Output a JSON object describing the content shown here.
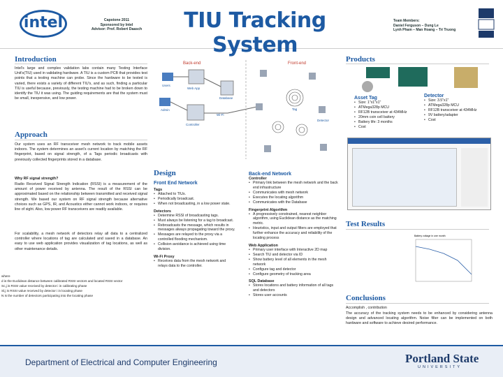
{
  "header": {
    "logo_text": "intel",
    "capstone": "Capstone 2011",
    "sponsor": "Sponsored by Intel",
    "advisor": "Advisor: Prof. Robert Daasch",
    "title": "TIU Tracking System",
    "team_label": "Team Members:",
    "team_line1": "Daniel Ferguson – Dung Le",
    "team_line2": "Lynh Pham – Man Hoang – Tri Truong"
  },
  "intro": {
    "heading": "Introduction",
    "body": "Intel's large and complex validation labs contain many Testing Interface Unit's(TIU) used in validating hardware. A TIU is a custom PCB that provides test points that a testing machine can probe. Since the hardware to be tested is varied, there exists a variety of different TIU's, and as such, finding a particular TIU is useful because, previously, the testing machine had to be broken down to identify the TIU it was using. The guiding requirements are that the system must be small, inexpensive, and low power."
  },
  "approach": {
    "heading": "Approach",
    "p1": "Our system uses an RF transceiver mesh network to track mobile assets indoors. The system determines an asset's current location by matching the RF fingerprint, based on signal strength, of a Tags periodic broadcasts with previously collected fingerprints stored in a database.",
    "why_label": "Why RF signal strength?",
    "p2": "Radio Received Signal Strength Indication (RSSI) is a measurement of the amount of power received by antenna. The result of the RSSI can be approximated based on the relationship between transmitted and received signal strength. We based our system on RF signal strength because alternative choices such as GPS, IR, and Acoustics either cannot work indoors, or requires line of sight. Also, low power RF transceivers are readily available.",
    "p3": "For scalability, a mesh network of detectors relay all data to a centralized controller where locations of tag are calculated and saved in a database. An easy to use web application provides visualization of tag locations, as well as other maintenance details."
  },
  "formula_notes": {
    "where": "where",
    "n1": "d is the Euclidean distance between calibrated RSSI vectors and located RSSI vector",
    "n2": "Sc,j is RSSI value received by detector i in calibrating phase",
    "n3": "Sl,j is RSSI value received by detector i in locating phase",
    "n4": "N is the number of detectors participating into the locating phase"
  },
  "diagram": {
    "backend": "Back-end",
    "frontend": "Front-end",
    "users": "Users",
    "webapp": "Web App",
    "database": "Database",
    "admin": "Admin",
    "controller": "Controller",
    "wifi": "Wi-Fi",
    "tag": "Tag",
    "detector": "Detector"
  },
  "design": {
    "heading": "Design",
    "fe_heading": "Front End Network",
    "tags_h": "Tags",
    "tags": [
      "Attached to TIUs.",
      "Periodically broadcast.",
      "When not broadcasting, in a low power state."
    ],
    "detectors_h": "Detectors",
    "detectors": [
      "Determine RSSI of broadcasting tags.",
      "Must always be listening for a tag to broadcast.",
      "Rebroadcasts the message, which results in messages always propagating toward the proxy.",
      "Messages are relayed to the proxy via a controlled flooding mechanism.",
      "Collision avoidance is achieved using time division."
    ],
    "proxy_h": "Wi-Fi Proxy",
    "proxy": [
      "Receives data from the mesh network and relays data to the controller."
    ]
  },
  "backend": {
    "heading": "Back-end Network",
    "controller_h": "Controller",
    "controller": [
      "Primary link between the mesh network and the back end infrastructure",
      "Communicates with mesh network",
      "Executes the locating algorithm",
      "Communicates with the Database"
    ],
    "fp_h": "Fingerprint Algorithm",
    "fp": [
      "A progressively constrained, nearest neighbor algorithm, using Euclidean distance as the matching metric.",
      "Heuristics, input and output filters are employed that further enhance the accuracy and reliability of the locating process"
    ],
    "web_h": "Web Application",
    "web": [
      "Primary user interface with Interactive 2D map",
      "Search TIU and detector via ID",
      "Show battery level of all elements in the mesh network",
      "Configure tag and detector",
      "Configure geometry of tracking area"
    ],
    "sql_h": "SQL Database",
    "sql": [
      "Stores locations and battery information of all tags and detectors",
      "Stores user accounts"
    ]
  },
  "products": {
    "heading": "Products",
    "asset_h": "Asset Tag",
    "asset": [
      "Size: 1\"x1\"x1\"",
      "ATMega328p MCU",
      "RF12B transceiver at 434MHz",
      "20mm coin cell battery",
      "Battery life: 3 months",
      "Cost"
    ],
    "detector_h": "Detector",
    "detector": [
      "Size: 3.5\"x1\"",
      "ATMega328p MCU",
      "RF12B transceiver at 434MHz",
      "9V battery/adapter",
      "Cost"
    ]
  },
  "results": {
    "heading": "Test Results",
    "chart_title": "Battery voltage in one month"
  },
  "conclusions": {
    "heading": "Conclusions",
    "line1": "Accomplish , contribution",
    "body": "The accuracy of the tracking system needs to be enhanced by considering antenna design and advanced locating algorithm. Noise filter can be implemented on both hardware and software to achieve desired performance."
  },
  "footer": {
    "dept": "Department of Electrical and Computer Engineering",
    "psu_name": "Portland State",
    "psu_uni": "UNIVERSITY"
  },
  "colors": {
    "accent": "#1d5aa3",
    "backend_label": "#c0392b"
  }
}
